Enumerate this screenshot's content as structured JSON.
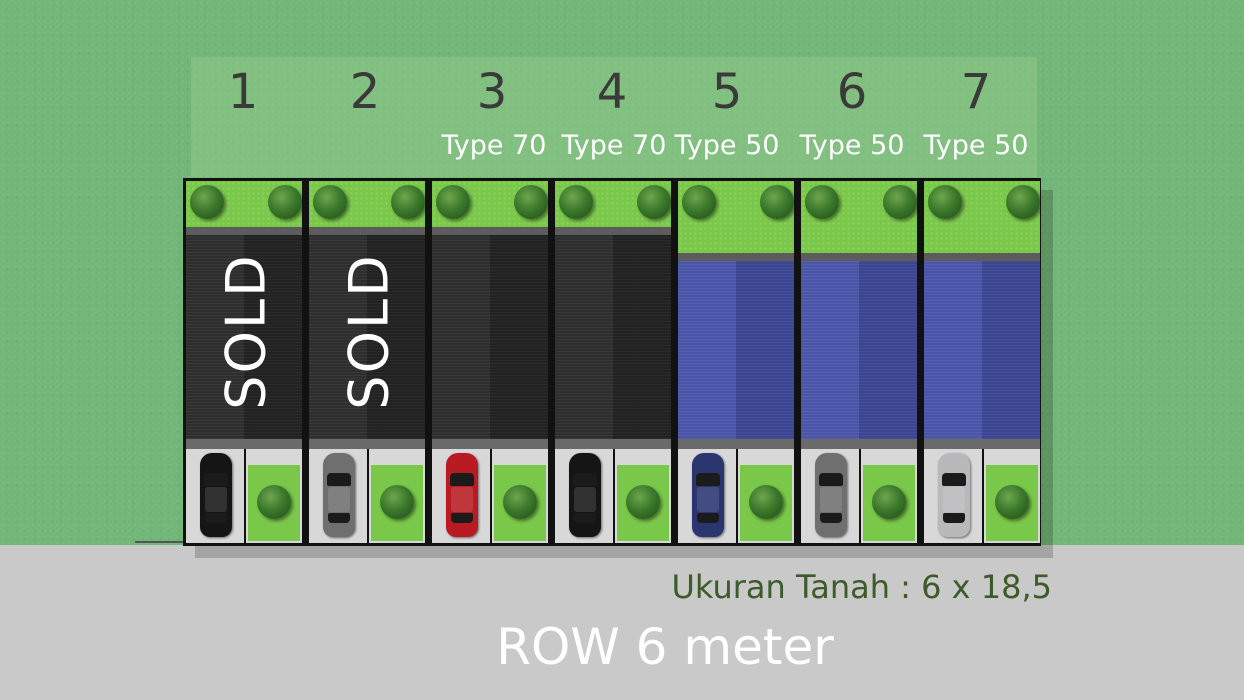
{
  "lots": [
    {
      "number": "1",
      "type": "",
      "status": "SOLD",
      "roof": "dark",
      "car": "black"
    },
    {
      "number": "2",
      "type": "",
      "status": "SOLD",
      "roof": "dark",
      "car": "grey"
    },
    {
      "number": "3",
      "type": "Type 70",
      "status": "",
      "roof": "dark",
      "car": "red"
    },
    {
      "number": "4",
      "type": "Type 70",
      "status": "",
      "roof": "dark",
      "car": "black"
    },
    {
      "number": "5",
      "type": "Type 50",
      "status": "",
      "roof": "blue",
      "car": "navy"
    },
    {
      "number": "6",
      "type": "Type 50",
      "status": "",
      "roof": "blue",
      "car": "grey"
    },
    {
      "number": "7",
      "type": "Type 50",
      "status": "",
      "roof": "blue",
      "car": "silver"
    }
  ],
  "land_size_label": "Ukuran Tanah : 6 x 18,5",
  "row_label": "ROW 6 meter",
  "colors": {
    "lawn": "#72b678",
    "road": "#c9c9c9",
    "garden": "#7ac84a",
    "roof_dark": "#2e2e2e",
    "roof_blue": "#4a55a8",
    "car_black": "#151515",
    "car_grey": "#6f6f70",
    "car_red": "#b81c22",
    "car_navy": "#2b3570",
    "car_silver": "#b9b9bb"
  }
}
